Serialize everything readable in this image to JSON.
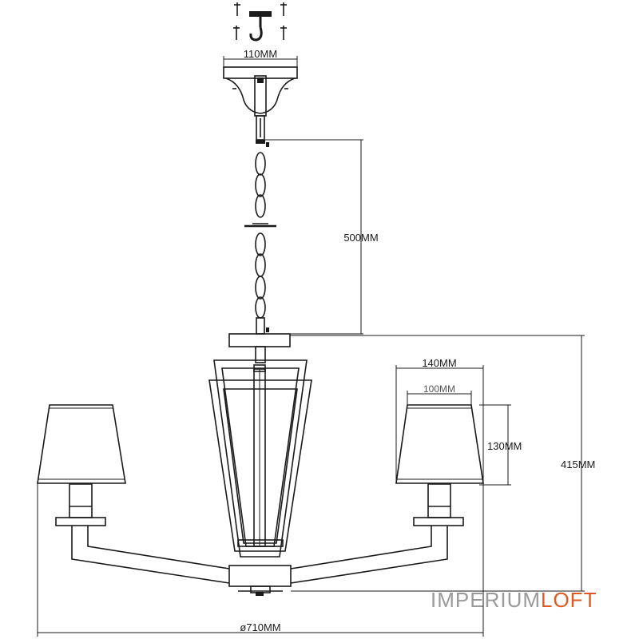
{
  "dimensions": {
    "canopy_width": "110MM",
    "chain_length": "500MM",
    "shade_top_width": "140MM",
    "shade_inner_width": "100MM",
    "shade_height": "130MM",
    "body_height": "415MM",
    "overall_diameter": "ø710MM"
  },
  "watermark": {
    "part1": "IMPERIUM",
    "part2": "LOFT",
    "color1": "#9a9a9a",
    "color2": "#e05a1f"
  },
  "icons": [
    "screw-icon",
    "ceiling-hook-icon"
  ]
}
